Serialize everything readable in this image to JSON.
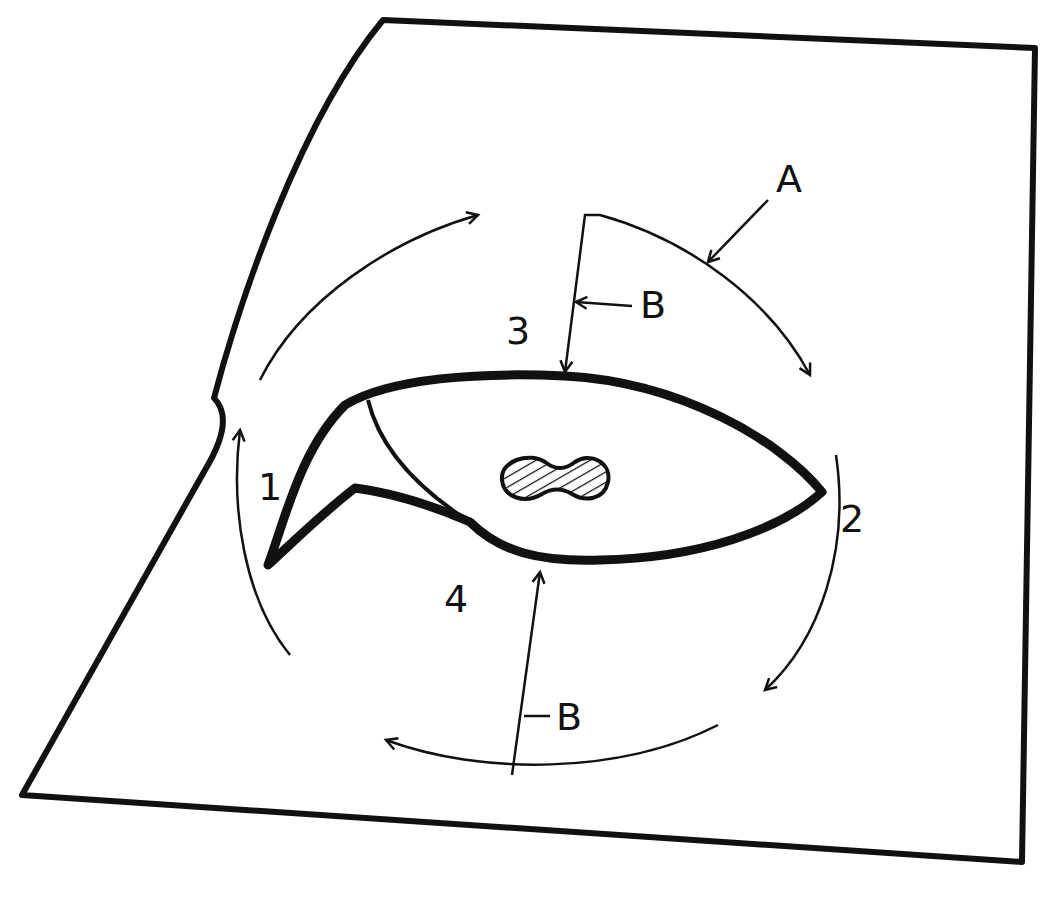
{
  "diagram": {
    "labels": [
      "A",
      "B",
      "3",
      "1",
      "2",
      "4",
      "B"
    ]
  }
}
